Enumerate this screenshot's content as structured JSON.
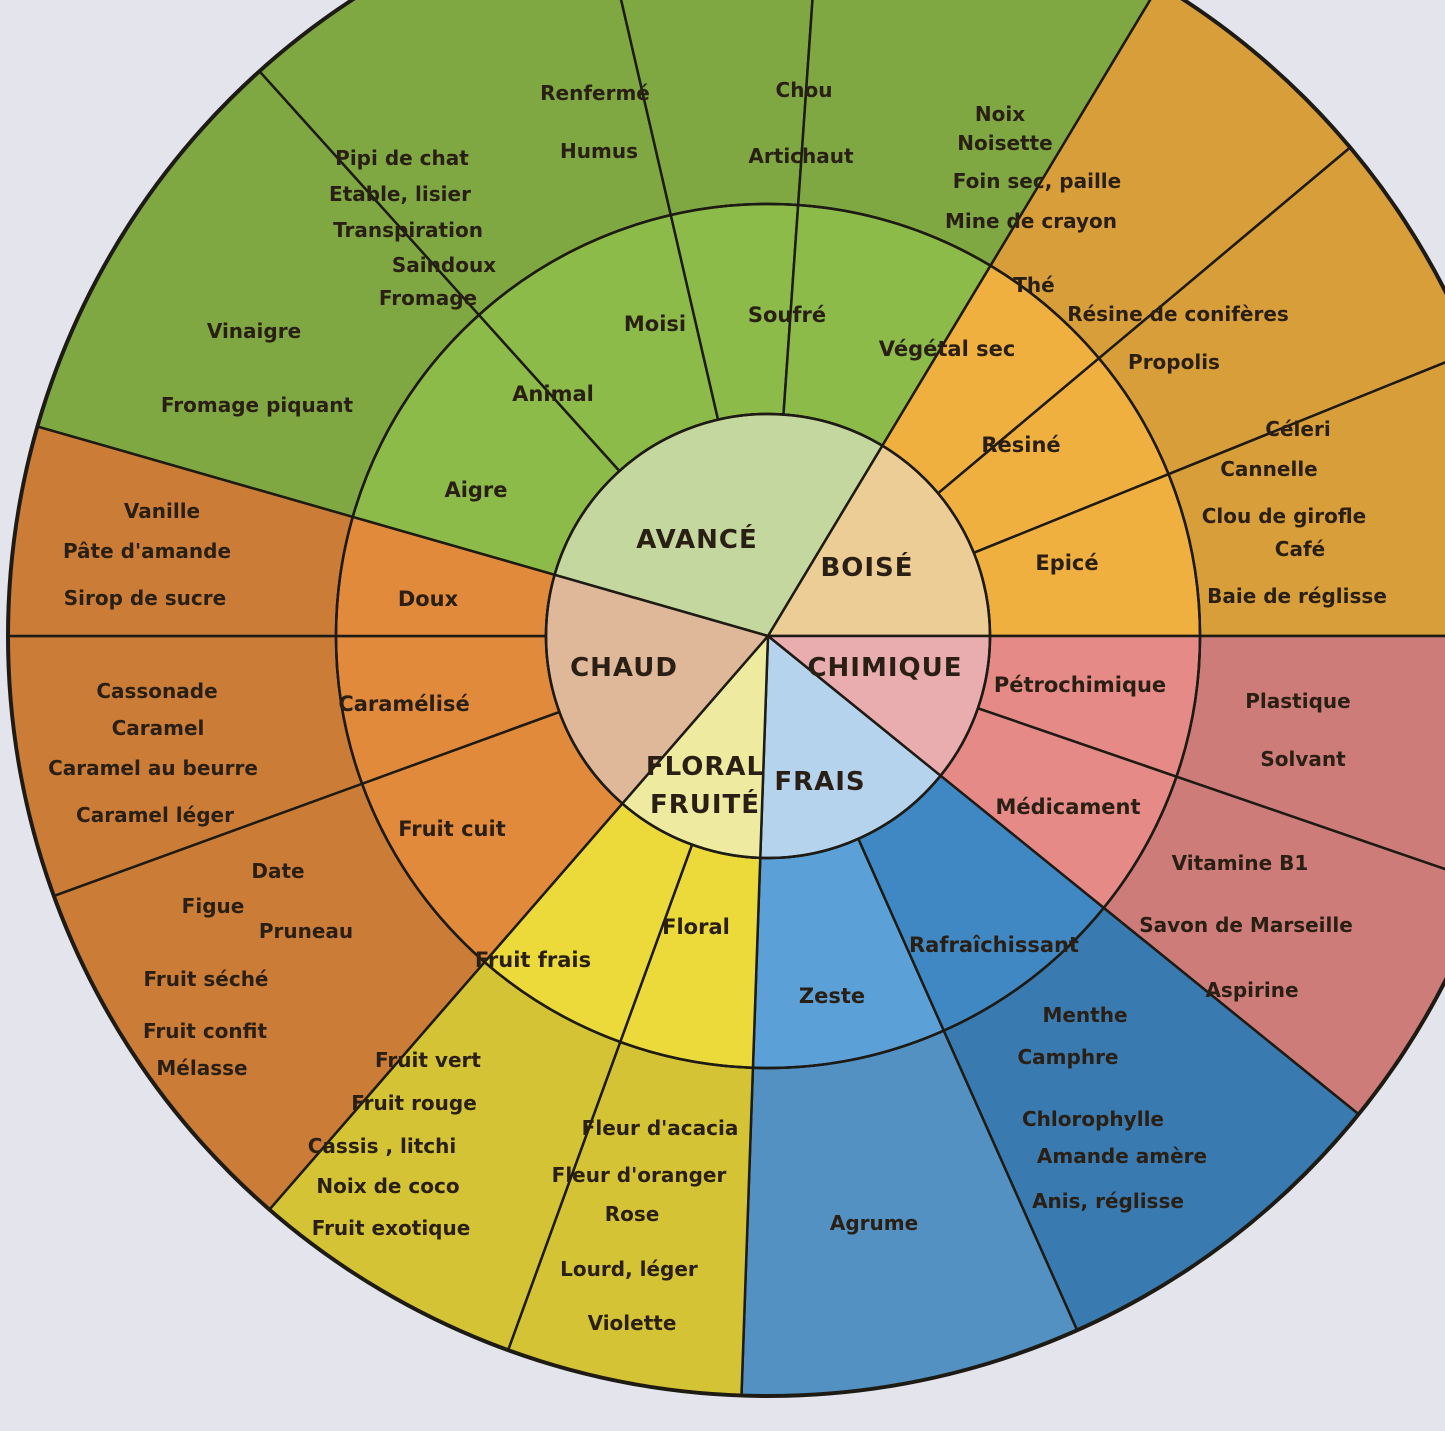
{
  "colors": {
    "avance": "#8dbb4a",
    "avance_light": "#c4d79e",
    "boise": "#f0b040",
    "boise_light": "#ebcd95",
    "chimique": "#e58a86",
    "chimique_light": "#e9adb0",
    "frais": "#5ba1d8",
    "frais_light": "#b6d3ee",
    "floral": "#ecd93a",
    "floral_light": "#eeeaa0",
    "chaud": "#e28a3c",
    "chaud_light": "#deb898",
    "outline": "#1e1a14"
  },
  "wheel": {
    "categories": [
      {
        "id": "avance",
        "label": "AVANCÉ"
      },
      {
        "id": "boise",
        "label": "BOISÉ"
      },
      {
        "id": "chimique",
        "label": "CHIMIQUE"
      },
      {
        "id": "frais",
        "label": "FRAIS"
      },
      {
        "id": "floral",
        "label": "FLORAL",
        "label2": "FRUITÉ"
      },
      {
        "id": "chaud",
        "label": "CHAUD"
      }
    ],
    "middle": {
      "aigre": "Aigre",
      "animal": "Animal",
      "moisi": "Moisi",
      "soufre": "Soufré",
      "vegetal_sec": "Végétal sec",
      "resine": "Résiné",
      "epice": "Epicé",
      "petrochimique": "Pétrochimique",
      "medicament": "Médicament",
      "rafraichissant": "Rafraîchissant",
      "zeste": "Zeste",
      "floral": "Floral",
      "fruit_frais": "Fruit frais",
      "fruit_cuit": "Fruit cuit",
      "caramelise": "Caramélisé",
      "doux": "Doux"
    },
    "outer": {
      "aigre": [
        "Vinaigre",
        "Fromage piquant"
      ],
      "animal": [
        "Pipi de chat",
        "Etable, lisier",
        "Transpiration",
        "Saindoux",
        "Fromage"
      ],
      "moisi": [
        "Renfermé",
        "Humus"
      ],
      "soufre": [
        "Chou",
        "Artichaut"
      ],
      "vegetal_sec": [
        "Noix",
        "Noisette",
        "Foin sec, paille",
        "Mine de crayon",
        "Thé"
      ],
      "resine": [
        "Résine de conifères",
        "Propolis"
      ],
      "epice": [
        "Céleri",
        "Cannelle",
        "Clou de girofle",
        "Café",
        "Baie de réglisse"
      ],
      "petrochimique": [
        "Plastique",
        "Solvant"
      ],
      "medicament": [
        "Vitamine B1",
        "Savon de Marseille",
        "Aspirine"
      ],
      "rafraichissant": [
        "Menthe",
        "Camphre",
        "Chlorophylle",
        "Amande amère",
        "Anis, réglisse"
      ],
      "zeste": [
        "Agrume"
      ],
      "floral": [
        "Fleur d'acacia",
        "Fleur d'oranger",
        "Rose",
        "Lourd, léger",
        "Violette"
      ],
      "fruit_frais": [
        "Fruit vert",
        "Fruit rouge",
        "Cassis , litchi",
        "Noix de coco",
        "Fruit exotique"
      ],
      "fruit_cuit": [
        "Date",
        "Figue",
        "Pruneau",
        "Fruit séché",
        "Fruit confit",
        "Mélasse"
      ],
      "caramelise": [
        "Cassonade",
        "Caramel",
        "Caramel au beurre",
        "Caramel léger"
      ],
      "doux": [
        "Vanille",
        "Pâte d'amande",
        "Sirop de sucre"
      ]
    }
  }
}
